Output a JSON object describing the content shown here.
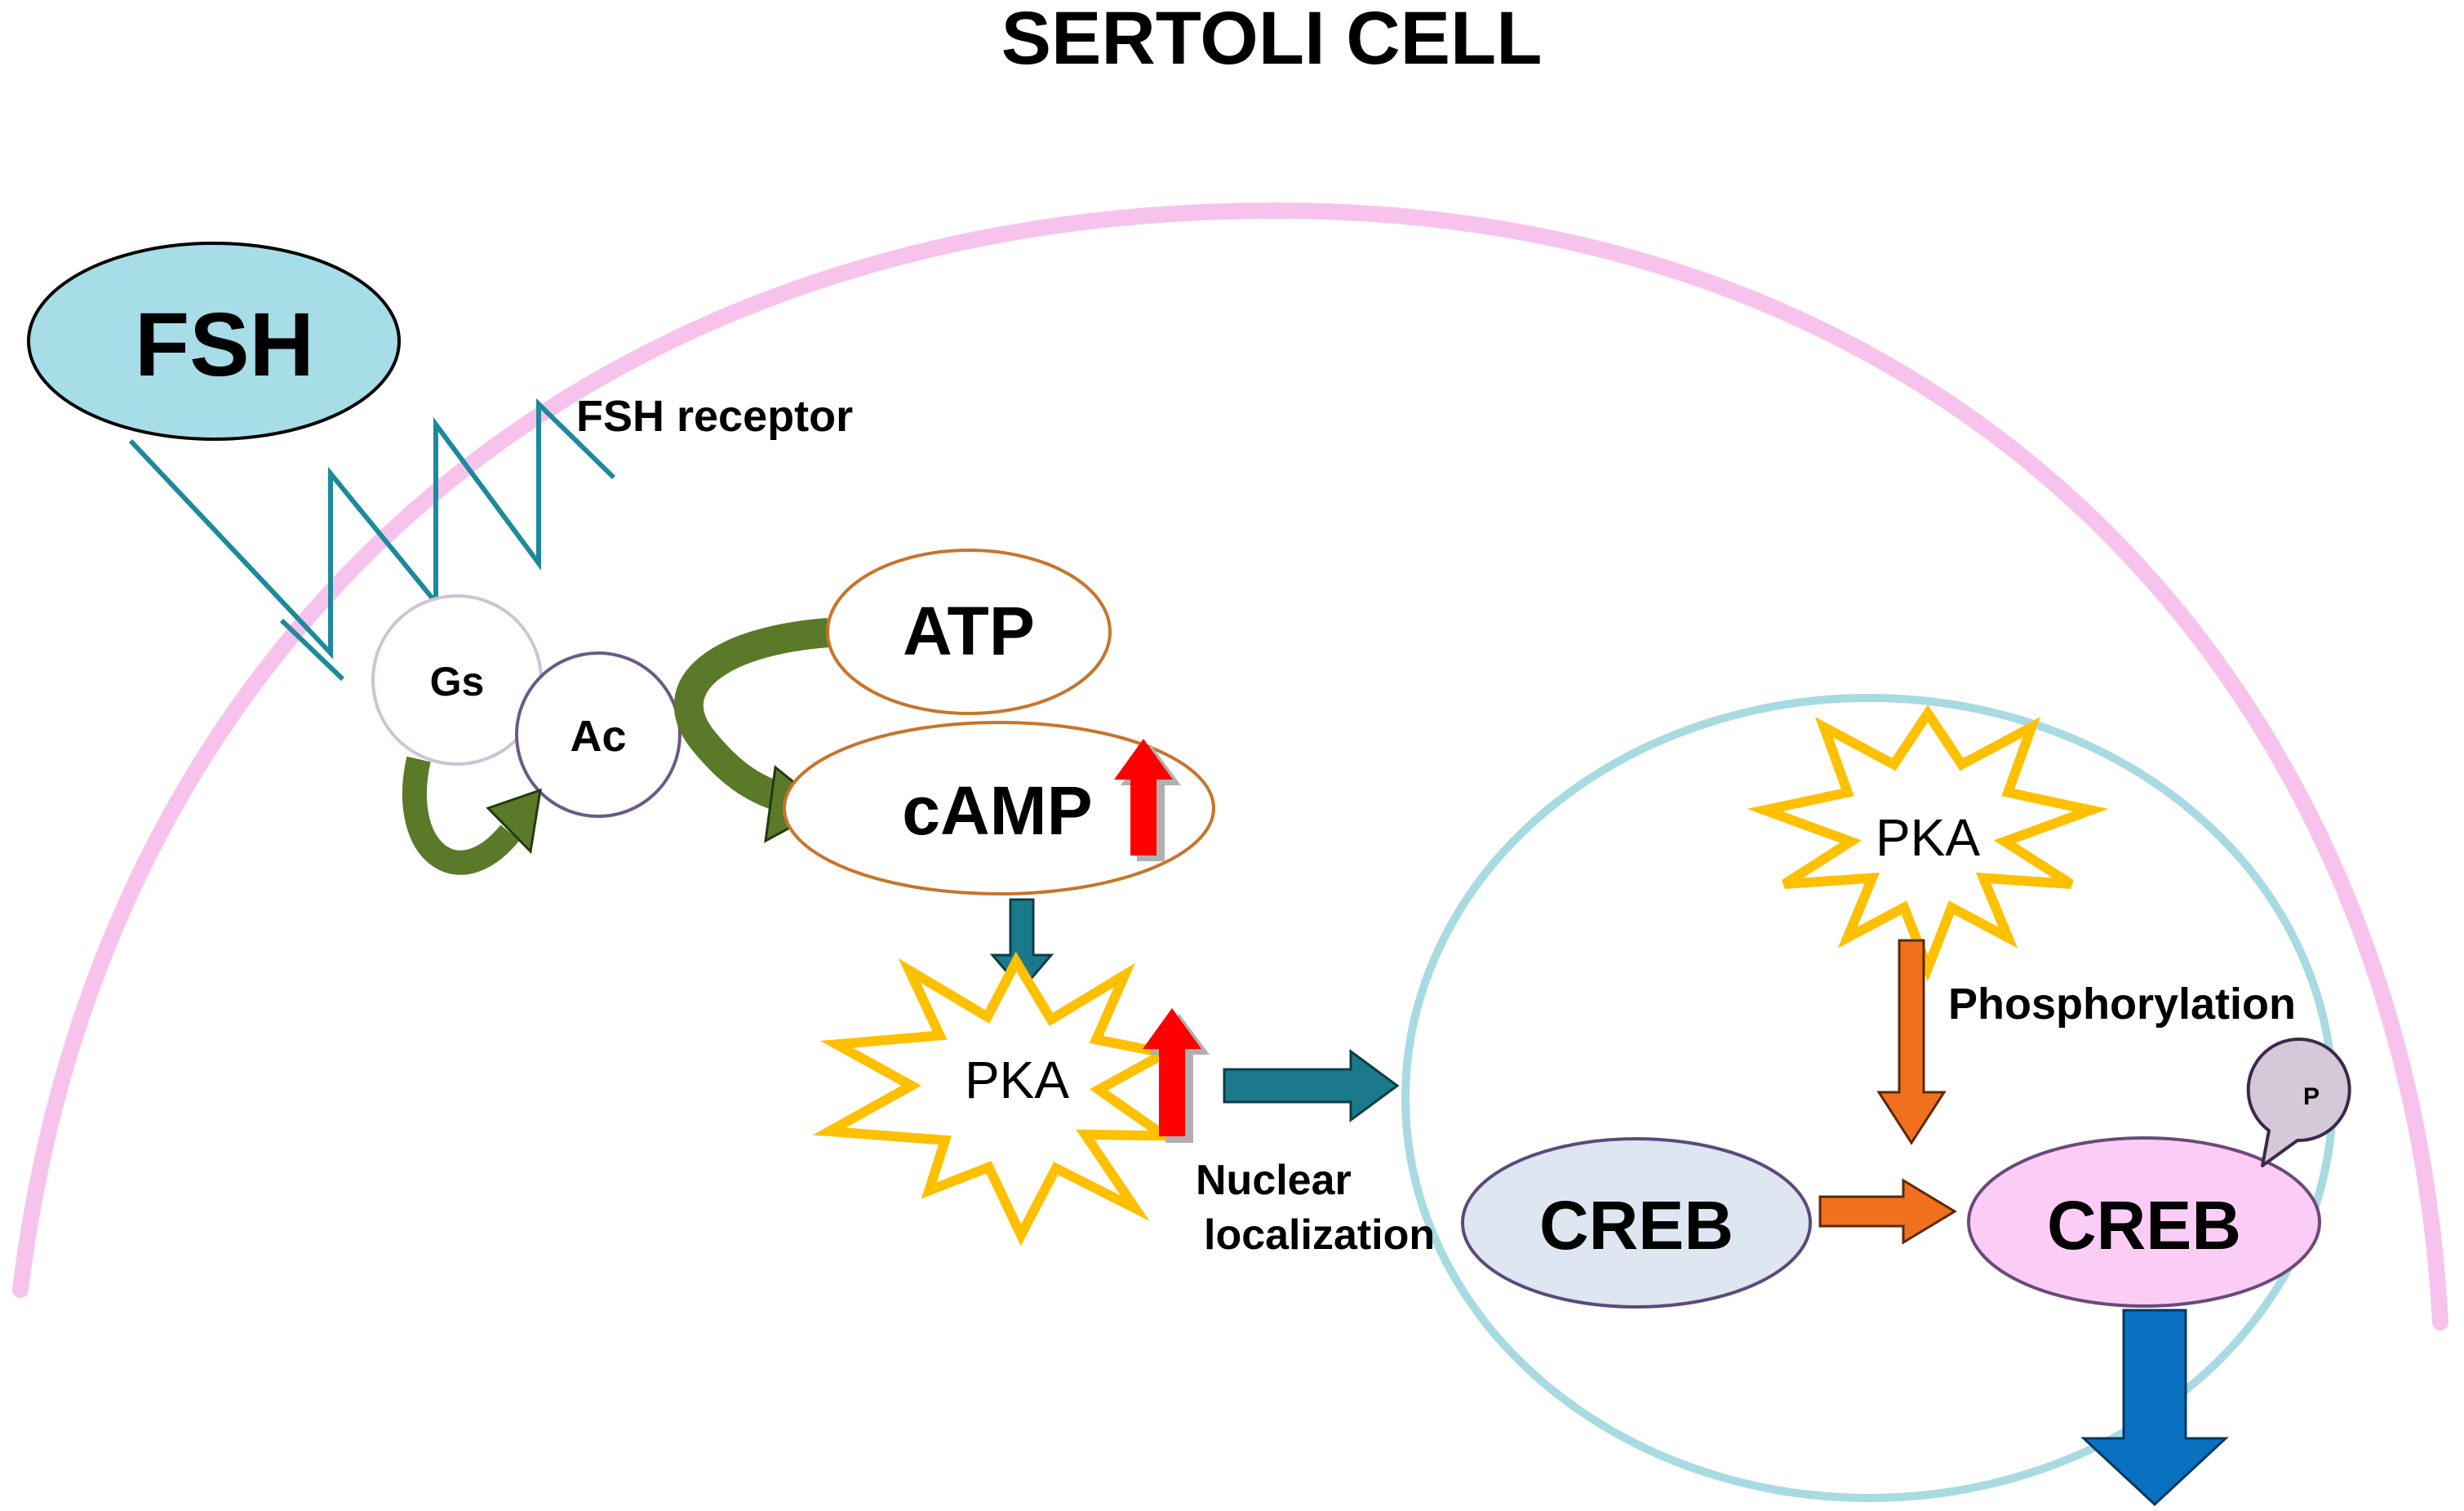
{
  "title": "SERTOLI CELL",
  "labels": {
    "fsh": "FSH",
    "fsh_receptor": "FSH receptor",
    "gs": "Gs",
    "ac": "Ac",
    "atp": "ATP",
    "camp": "cAMP",
    "pka_cytoplasm": "PKA",
    "pka_nucleus": "PKA",
    "nuclear_localization_line1": "Nuclear",
    "nuclear_localization_line2": "localization",
    "phosphorylation": "Phosphorylation",
    "creb_inactive": "CREB",
    "creb_active": "CREB",
    "phosphate": "P"
  },
  "colors": {
    "cell_membrane": "#f7c3ec",
    "fsh_fill": "#a6dde6",
    "receptor": "#1b8a9a",
    "gs_stroke": "#cfc3d6",
    "ac_stroke": "#6b5a86",
    "green_arrow": "#5a7a2a",
    "atp_camp_stroke": "#c8742a",
    "up_arrow": "#ff0000",
    "teal_arrow": "#1a7a8c",
    "pka_star_stroke": "#ffc000",
    "nucleus_stroke": "#a8dae2",
    "orange_arrow": "#f0701e",
    "creb_inactive_fill": "#dde6f1",
    "creb_active_fill": "#fbcdf6",
    "phosphate_fill": "#d5c8d9",
    "blue_arrow": "#0a70c0"
  }
}
